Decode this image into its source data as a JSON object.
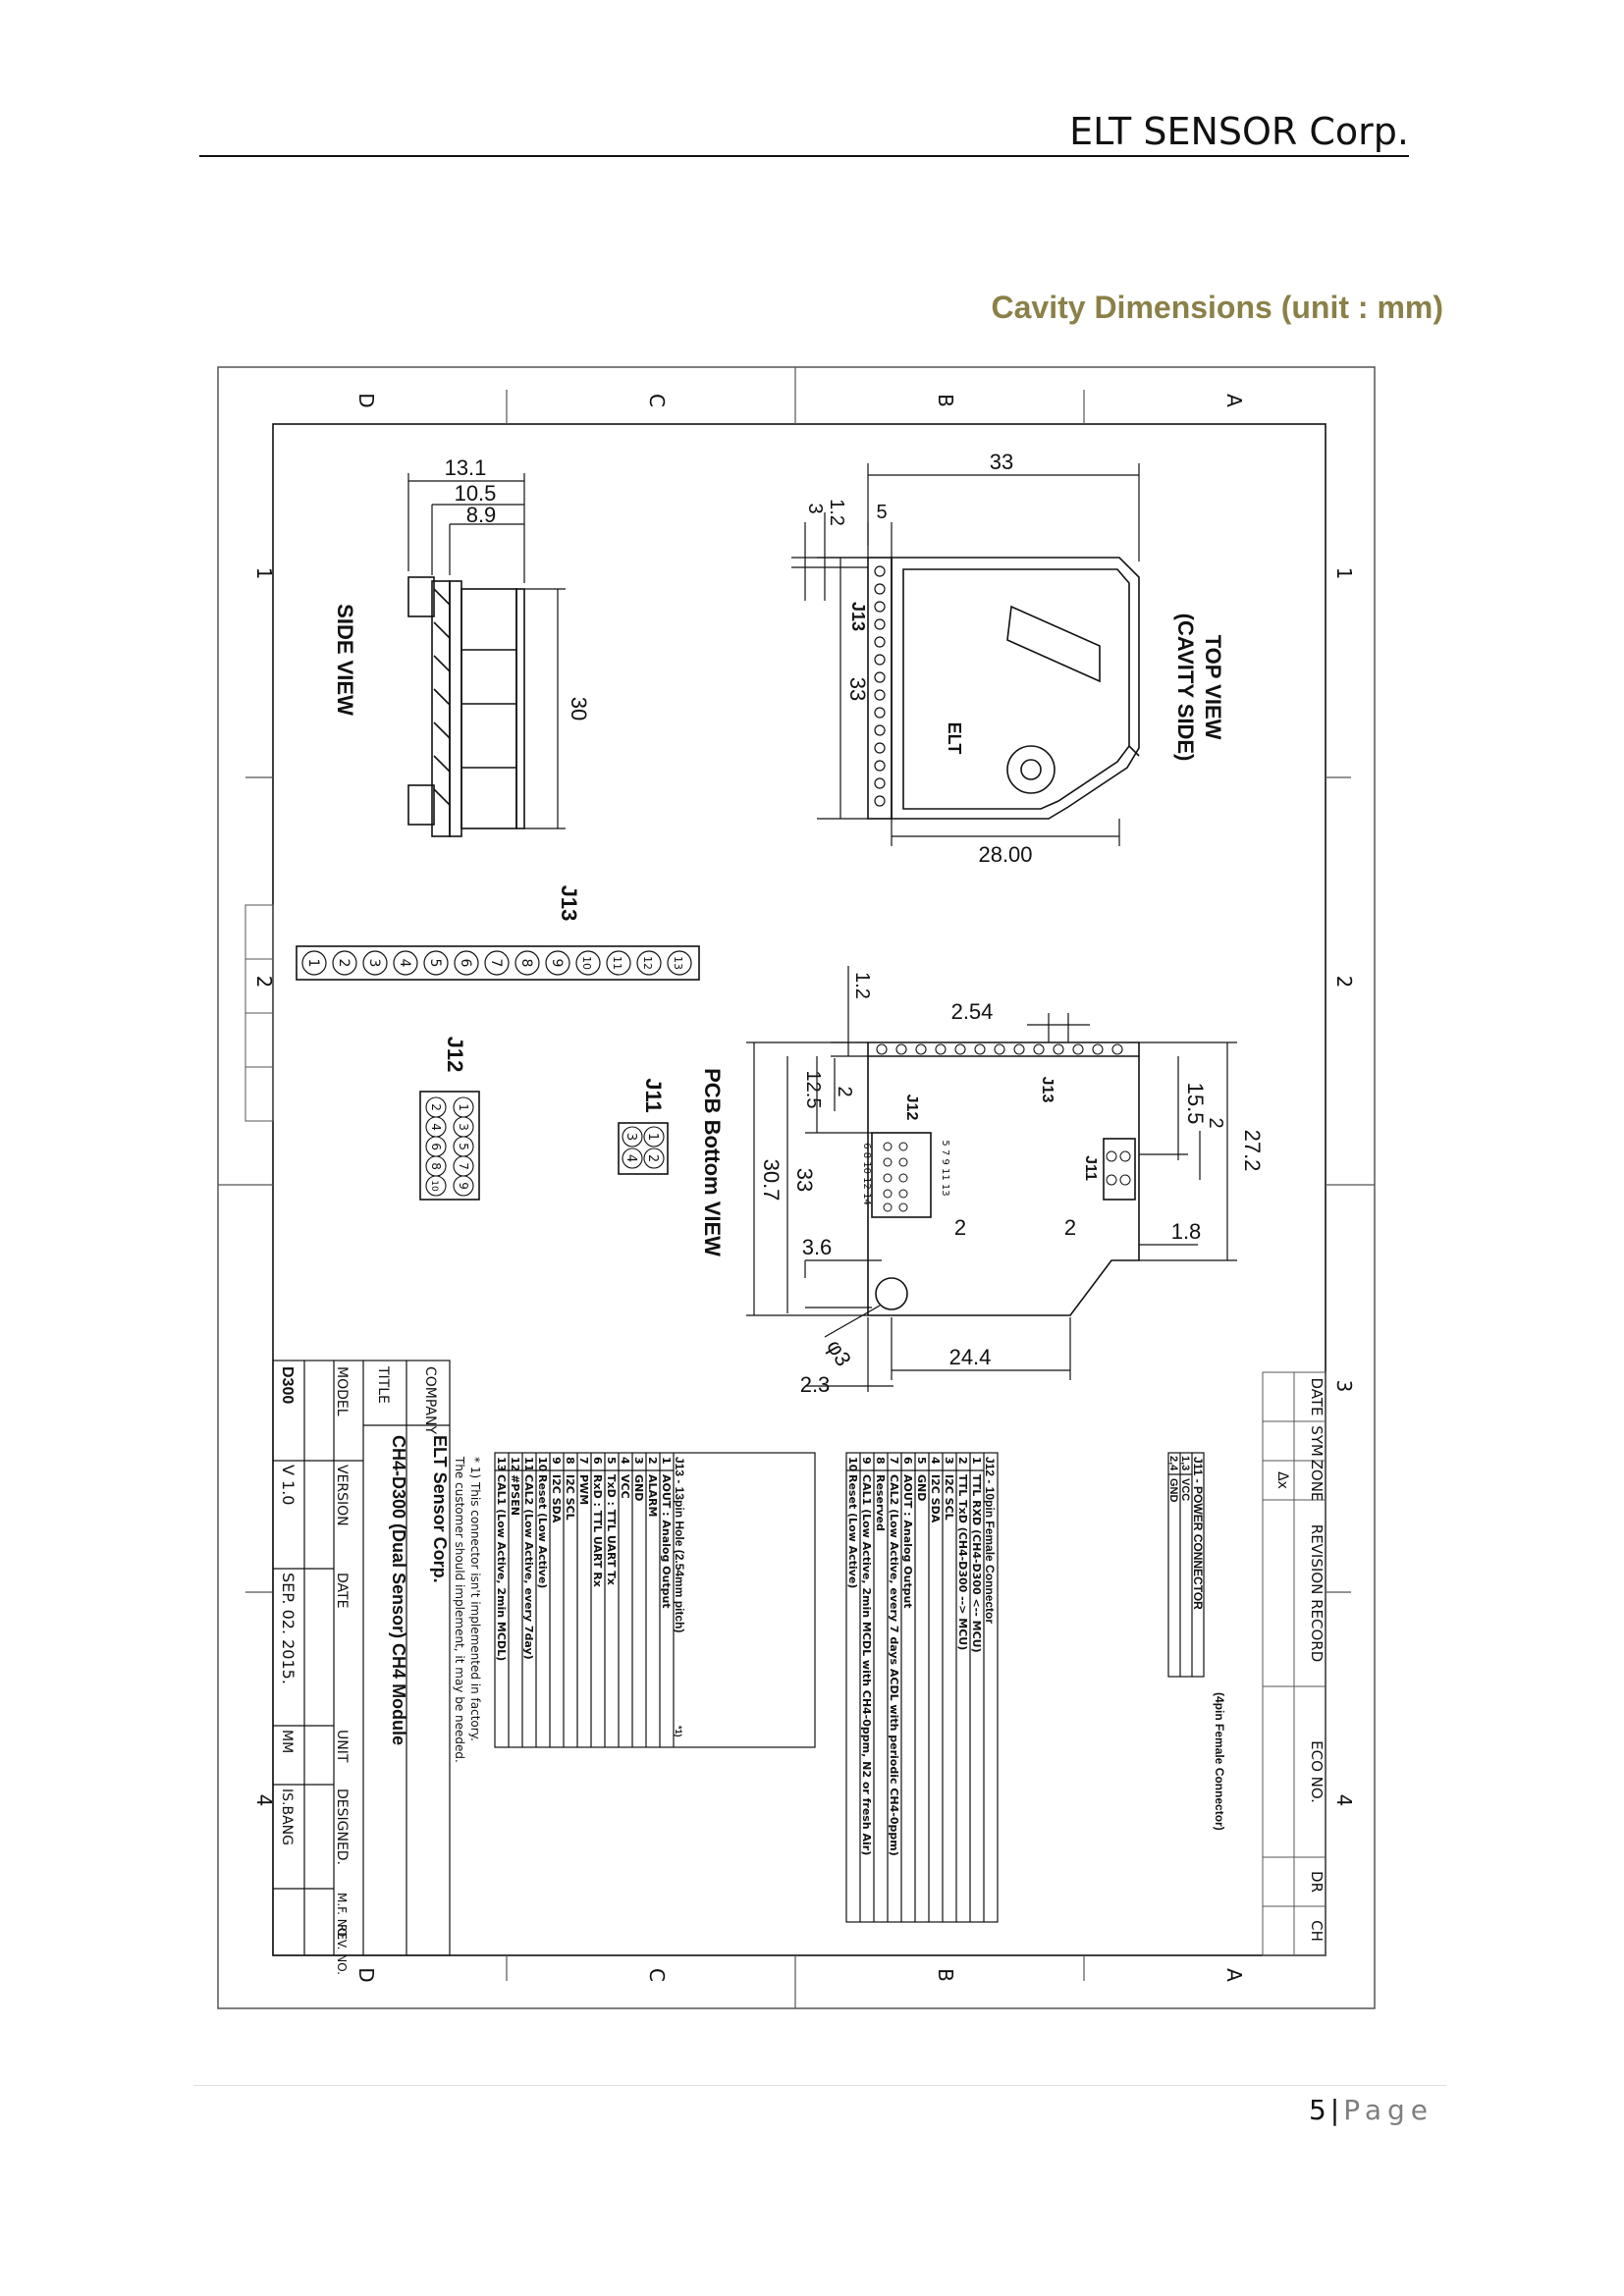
{
  "header": {
    "company": "ELT SENSOR Corp."
  },
  "section_title": "Cavity Dimensions (unit : mm)",
  "drawing": {
    "zones_letters": [
      "D",
      "C",
      "B",
      "A"
    ],
    "zones_numbers": [
      "1",
      "2",
      "3",
      "4"
    ],
    "views": {
      "side": "SIDE VIEW",
      "top_line1": "TOP VIEW",
      "top_line2": "(CAVITY SIDE)",
      "pcb": "PCB Bottom VIEW",
      "brand": "ELT"
    },
    "connectors": {
      "j13": "J13",
      "j12": "J12",
      "j11": "J11"
    },
    "pins": {
      "j13": [
        "1",
        "2",
        "3",
        "4",
        "5",
        "6",
        "7",
        "8",
        "9",
        "10",
        "11",
        "12",
        "13"
      ],
      "j12_row_a": [
        "1",
        "3",
        "5",
        "7",
        "9"
      ],
      "j12_row_b": [
        "2",
        "4",
        "6",
        "8",
        "10"
      ],
      "j11_row_a": [
        "1",
        "2"
      ],
      "j11_row_b": [
        "3",
        "4"
      ],
      "pcb_j12_top": "5 7 9 11 13",
      "pcb_j12_bottom": "6 8 10 12 14"
    },
    "dims": {
      "side_a": "13.1",
      "side_b": "10.5",
      "side_c": "8.9",
      "side_h": "30",
      "top_w": "33",
      "top_a": "1.2",
      "top_b": "3",
      "top_c": "5",
      "top_h": "33",
      "top_bottom": "28.00",
      "pcb_a": "1.2",
      "pcb_pitch": "2.54",
      "pcb_b": "12.5",
      "pcb_c": "2",
      "pcb_d": "30.7",
      "pcb_e": "33",
      "pcb_f": "15.5",
      "pcb_g": "2",
      "pcb_h": "27.2",
      "pcb_i": "2",
      "pcb_j": "2",
      "pcb_k": "1.8",
      "pcb_l": "3.6",
      "pcb_hole": "φ3",
      "pcb_m": "24.4",
      "pcb_n": "2.3"
    },
    "j11_table": {
      "title": "J11 - POWER CONNECTOR",
      "note": "(4pin Female Connector)",
      "rows": [
        [
          "1,3",
          "VCC"
        ],
        [
          "2,4",
          "GND"
        ]
      ]
    },
    "j12_table": {
      "title": "J12 - 10pin Female Connector",
      "rows": [
        [
          "1",
          "TTL RXD (CH4-D300 <-- MCU)"
        ],
        [
          "2",
          "TTL TxD (CH4-D300 --> MCU)"
        ],
        [
          "3",
          "I2C SCL"
        ],
        [
          "4",
          "I2C SDA"
        ],
        [
          "5",
          "GND"
        ],
        [
          "6",
          "AOUT : Analog Output"
        ],
        [
          "7",
          "CAL2 (Low Active, every 7 days ACDL with periodic CH4-0ppm)"
        ],
        [
          "8",
          "Reserved"
        ],
        [
          "9",
          "CAL1 (Low Active, 2min MCDL with CH4-0ppm, N2 or fresh Air)"
        ],
        [
          "10",
          "Reset (Low Active)"
        ]
      ]
    },
    "j13_table": {
      "title": "J13 - 13pin Hole (2.54mm pitch)",
      "note_mark": "*1)",
      "rows": [
        [
          "1",
          "AOUT : Analog Output"
        ],
        [
          "2",
          "ALARM"
        ],
        [
          "3",
          "GND"
        ],
        [
          "4",
          "VCC"
        ],
        [
          "5",
          "TxD : TTL UART Tx"
        ],
        [
          "6",
          "RxD : TTL UART Rx"
        ],
        [
          "7",
          "PWM"
        ],
        [
          "8",
          "I2C SCL"
        ],
        [
          "9",
          "I2C SDA"
        ],
        [
          "10",
          "Reset (Low Active)"
        ],
        [
          "11",
          "CAL2 (Low Active, every 7day)"
        ],
        [
          "12",
          "#PSEN"
        ],
        [
          "13",
          "CAL1 (Low Active, 2min MCDL)"
        ]
      ]
    },
    "footnote": {
      "line1": "* 1) This connector isn't implemented in factory.",
      "line2": "The customer should implement, it may be needed."
    },
    "revision_block": {
      "headers": [
        "DATE",
        "SYM",
        "ZONE",
        "REVISION RECORD",
        "ECO NO.",
        "DR",
        "CH"
      ],
      "sym_mark": "Δx"
    },
    "title_block": {
      "company_label": "COMPANY",
      "company": "ELT Sensor Corp.",
      "title_label": "TITLE",
      "title": "CH4-D300 (Dual Sensor) CH4 Module",
      "model_label": "MODEL",
      "model": "D300",
      "version_label": "VERSION",
      "version": "V 1.0",
      "date_label": "DATE",
      "date": "SEP. 02. 2015.",
      "unit_label": "UNIT",
      "unit": "MM",
      "designed_label": "DESIGNED.",
      "designed": "IS.BANG",
      "mf_label": "M.F. NO.",
      "rev_label": "REV. NO."
    }
  },
  "footer": {
    "page_number": "5",
    "separator": "|",
    "page_label": "Page"
  }
}
